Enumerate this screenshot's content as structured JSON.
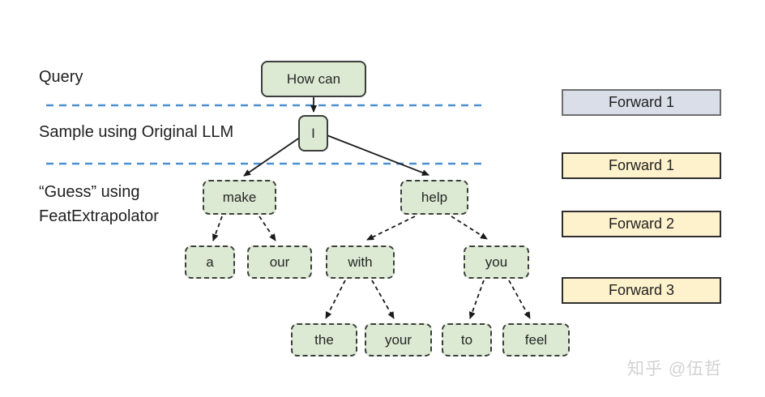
{
  "labels": {
    "query": "Query",
    "sample": "Sample using Original LLM",
    "guess_line1": "“Guess” using",
    "guess_line2": "FeatExtrapolator"
  },
  "tree": {
    "nodes": [
      {
        "id": "how-can",
        "text": "How can",
        "border": "solid"
      },
      {
        "id": "i",
        "text": "I",
        "border": "solid"
      },
      {
        "id": "make",
        "text": "make",
        "border": "dashed"
      },
      {
        "id": "help",
        "text": "help",
        "border": "dashed"
      },
      {
        "id": "a",
        "text": "a",
        "border": "dashed"
      },
      {
        "id": "our",
        "text": "our",
        "border": "dashed"
      },
      {
        "id": "with",
        "text": "with",
        "border": "dashed"
      },
      {
        "id": "you",
        "text": "you",
        "border": "dashed"
      },
      {
        "id": "the",
        "text": "the",
        "border": "dashed"
      },
      {
        "id": "your",
        "text": "your",
        "border": "dashed"
      },
      {
        "id": "to",
        "text": "to",
        "border": "dashed"
      },
      {
        "id": "feel",
        "text": "feel",
        "border": "dashed"
      }
    ],
    "edges": [
      {
        "from": "how-can",
        "to": "i",
        "style": "solid"
      },
      {
        "from": "i",
        "to": "make",
        "style": "solid"
      },
      {
        "from": "i",
        "to": "help",
        "style": "solid"
      },
      {
        "from": "make",
        "to": "a",
        "style": "dashed"
      },
      {
        "from": "make",
        "to": "our",
        "style": "dashed"
      },
      {
        "from": "help",
        "to": "with",
        "style": "dashed"
      },
      {
        "from": "help",
        "to": "you",
        "style": "dashed"
      },
      {
        "from": "with",
        "to": "the",
        "style": "dashed"
      },
      {
        "from": "with",
        "to": "your",
        "style": "dashed"
      },
      {
        "from": "you",
        "to": "to",
        "style": "dashed"
      },
      {
        "from": "you",
        "to": "feel",
        "style": "dashed"
      }
    ]
  },
  "legend": {
    "items": [
      {
        "label": "Forward 1",
        "fill": "#d9dee8",
        "border": "#6e6e6e"
      },
      {
        "label": "Forward 1",
        "fill": "#fdf2cc",
        "border": "#2f2f2f"
      },
      {
        "label": "Forward 2",
        "fill": "#fdf2cc",
        "border": "#2f2f2f"
      },
      {
        "label": "Forward 3",
        "fill": "#fdf2cc",
        "border": "#2f2f2f"
      }
    ]
  },
  "watermark": "知乎 @伍哲",
  "colors": {
    "node_fill": "#dcead3",
    "node_border": "#3d3d3d",
    "separator_blue": "#4a8fd0",
    "edge": "#1a1a1a",
    "legend_gray_fill": "#d9dee8",
    "legend_yellow_fill": "#fdf2cc"
  }
}
